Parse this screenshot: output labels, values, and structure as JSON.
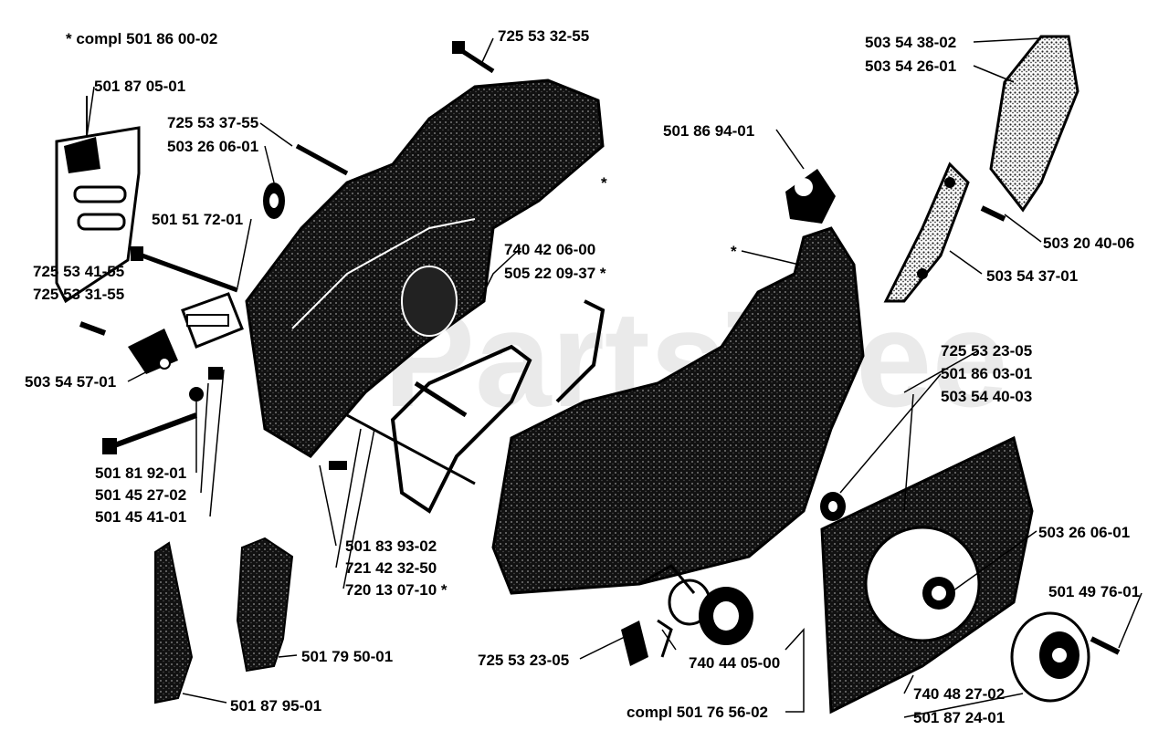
{
  "diagram": {
    "note": "*  compl 501 86 00-02",
    "watermark": "PartsTree",
    "parts": {
      "p_725_53_32_55": "725 53 32-55",
      "p_503_54_38_02": "503 54 38-02",
      "p_503_54_26_01": "503 54 26-01",
      "p_501_87_05_01": "501 87 05-01",
      "p_725_53_37_55": "725 53 37-55",
      "p_503_26_06_01_a": "503 26 06-01",
      "p_501_86_94_01": "501 86 94-01",
      "star_1": "*",
      "star_2": "*",
      "p_501_51_72_01": "501 51 72-01",
      "p_740_42_06_00": "740 42 06-00",
      "p_505_22_09_37": "505 22 09-37  *",
      "p_503_20_40_06": "503 20 40-06",
      "p_725_53_41_55": "725 53 41-55",
      "p_725_53_31_55": "725 53 31-55",
      "p_503_54_37_01": "503 54 37-01",
      "p_725_53_23_05_a": "725 53 23-05",
      "p_501_86_03_01": "501 86 03-01",
      "p_503_54_57_01": "503 54 57-01",
      "p_503_54_40_03": "503 54 40-03",
      "p_501_81_92_01": "501 81 92-01",
      "p_501_45_27_02": "501 45 27-02",
      "p_501_45_41_01": "501 45 41-01",
      "p_503_26_06_01_b": "503 26 06-01",
      "p_501_83_93_02": "501 83 93-02",
      "p_721_42_32_50": "721 42 32-50",
      "p_720_13_07_10": "720 13 07-10  *",
      "p_501_49_76_01": "501 49 76-01",
      "p_501_79_50_01": "501 79 50-01",
      "p_725_53_23_05_b": "725 53 23-05",
      "p_740_44_05_00": "740 44 05-00",
      "p_501_87_95_01": "501 87 95-01",
      "p_740_48_27_02": "740 48 27-02",
      "p_compl_501_76_56_02": "compl 501 76 56-02",
      "p_501_87_24_01": "501 87 24-01"
    }
  }
}
